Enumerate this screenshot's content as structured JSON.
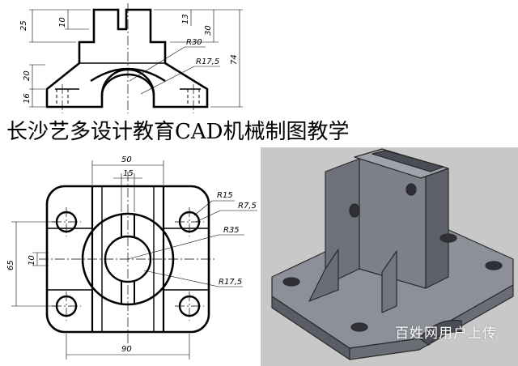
{
  "title": "长沙艺多设计教育CAD机械制图教学",
  "watermark": "百姓网用户上传",
  "front_view": {
    "dims": {
      "d25": "25",
      "d10": "10",
      "d13": "13",
      "d30": "30",
      "d74": "74",
      "d20": "20",
      "d16": "16",
      "r30": "R30",
      "r175": "R17,5"
    }
  },
  "top_view": {
    "dims": {
      "d50": "50",
      "d15": "15",
      "r15": "R15",
      "r75": "R7,5",
      "r35": "R35",
      "d65": "65",
      "d10": "10",
      "r175": "R17,5",
      "d90": "90"
    }
  },
  "colors": {
    "iso_background": "#c8c8c8",
    "part_dark": "#5a5c66",
    "part_mid": "#7a7c86",
    "part_light": "#9a9ca6"
  }
}
